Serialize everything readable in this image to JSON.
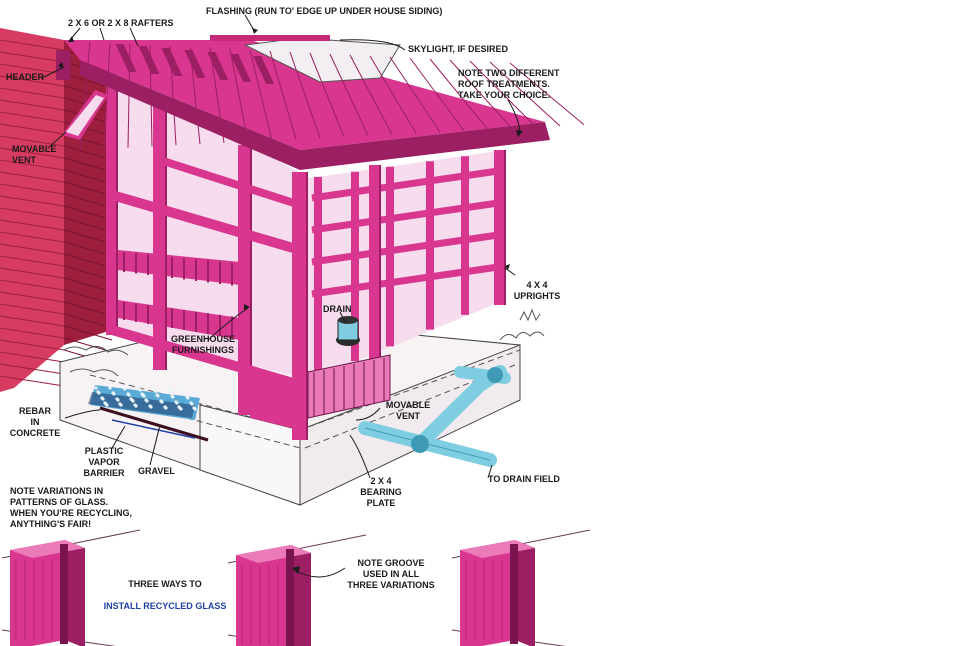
{
  "colors": {
    "frame": "#d8368f",
    "frame_dark": "#9b1f62",
    "frame_light": "#ea7bb8",
    "siding": "#d63c62",
    "siding_dark": "#9d1f3d",
    "glass": "#f6dced",
    "floor": "#f4dde9",
    "pipe": "#7fcde0",
    "pipe_dark": "#3f9bb5",
    "gravel": "#5aa9d6",
    "skylight": "#f3eef1",
    "ink": "#1a1a1a",
    "accent_text": "#1f3fa6"
  },
  "labels": {
    "rafters": "2 X 6 OR 2 X 8 RAFTERS",
    "flashing": "FLASHING (RUN TO' EDGE UP UNDER HOUSE SIDING)",
    "skylight": "SKYLIGHT, IF DESIRED",
    "roof_note": "NOTE TWO DIFFERENT\nROOF TREATMENTS.\nTAKE YOUR CHOICE.",
    "header": "HEADER",
    "movable_vent_top": "MOVABLE\nVENT",
    "uprights": "4 X 4\nUPRIGHTS",
    "drain": "DRAIN",
    "greenhouse": "GREENHOUSE\nFURNISHINGS",
    "rebar": "REBAR\nIN\nCONCRETE",
    "vapor": "PLASTIC\nVAPOR\nBARRIER",
    "gravel": "GRAVEL",
    "movable_vent_bottom": "MOVABLE\nVENT",
    "bearing": "2 X 4\nBEARING\nPLATE",
    "drain_field": "TO DRAIN FIELD",
    "glass_note": "NOTE VARIATIONS IN\nPATTERNS OF GLASS.\nWHEN YOU'RE RECYCLING,\nANYTHING'S FAIR!",
    "three_ways_1": "THREE WAYS TO",
    "three_ways_install": "INSTALL RECYCLED",
    "three_ways_glass": "GLASS",
    "groove_note": "NOTE GROOVE\nUSED IN ALL\nTHREE VARIATIONS"
  }
}
